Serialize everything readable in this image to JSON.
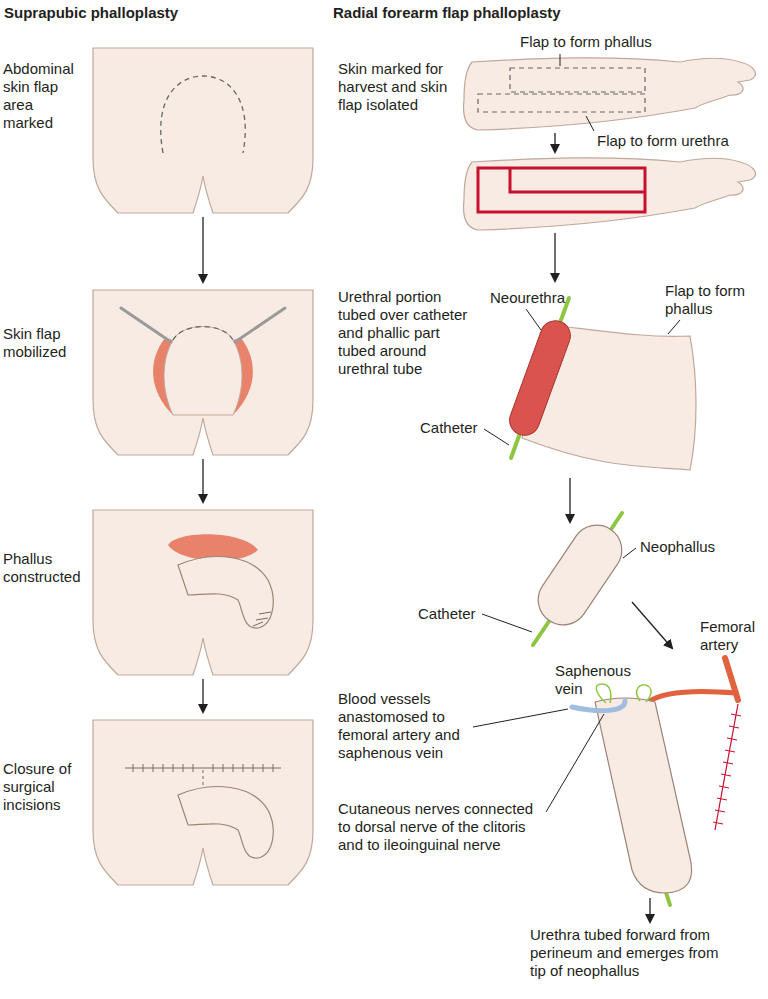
{
  "diagram": {
    "labels": [
      "Suprapubic phalloplasty",
      "Radial forearm flap phalloplasty",
      "Abdominal skin flap area marked",
      "Skin flap mobilized",
      "Phallus constructed",
      "Closure of surgical incisions",
      "Skin marked for harvest and skin flap isolated",
      "Flap to form phallus",
      "Flap to form urethra",
      "Urethral portion tubed over catheter and phallic part tubed around urethral tube",
      "Neourethra",
      "Flap to form phallus",
      "Catheter",
      "Neophallus",
      "Catheter",
      "Femoral artery",
      "Saphenous vein",
      "Blood vessels anastomosed to femoral artery and saphenous vein",
      "Cutaneous nerves connected to dorsal nerve of the clitoris and to ileoinguinal nerve",
      "Urethra tubed forward from perineum and emerges from tip of neophallus"
    ]
  }
}
